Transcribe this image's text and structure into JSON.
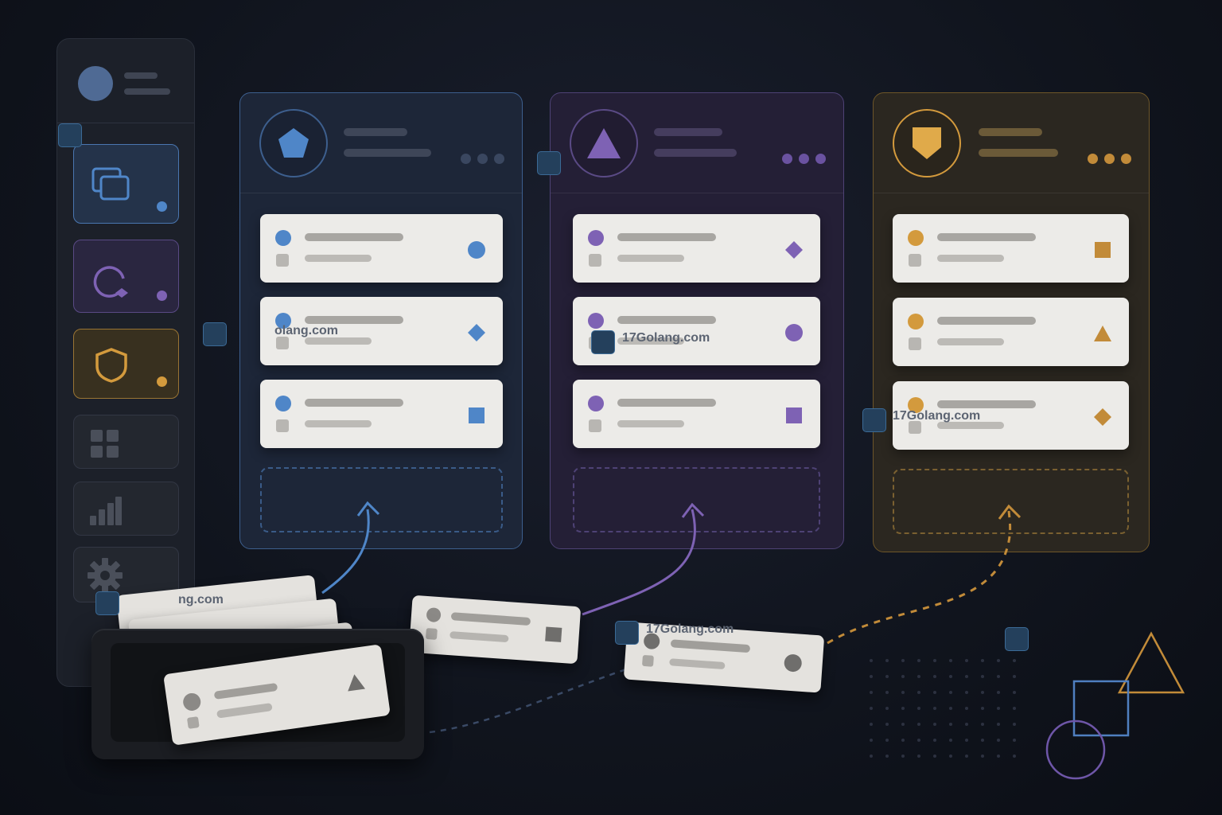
{
  "theme": {
    "blue": "#4f86c8",
    "purple": "#7e62b4",
    "gold": "#d39a3d"
  },
  "sidebar": {
    "items": [
      {
        "icon": "windows-icon",
        "accent": "blue"
      },
      {
        "icon": "refresh-icon",
        "accent": "purple"
      },
      {
        "icon": "shield-icon",
        "accent": "gold"
      },
      {
        "icon": "grid-icon"
      },
      {
        "icon": "bar-chart-icon"
      },
      {
        "icon": "gear-icon"
      }
    ]
  },
  "columns": [
    {
      "icon": "pentagon-icon",
      "accent": "blue",
      "cards": [
        "circle",
        "diamond",
        "square"
      ]
    },
    {
      "icon": "triangle-icon",
      "accent": "purple",
      "cards": [
        "diamond",
        "circle",
        "square"
      ]
    },
    {
      "icon": "shield-icon",
      "accent": "gold",
      "cards": [
        "square",
        "triangle",
        "diamond"
      ]
    }
  ],
  "watermark": {
    "text": "17Golang.com",
    "partial": "olang.com",
    "partial2": "ng.com"
  }
}
